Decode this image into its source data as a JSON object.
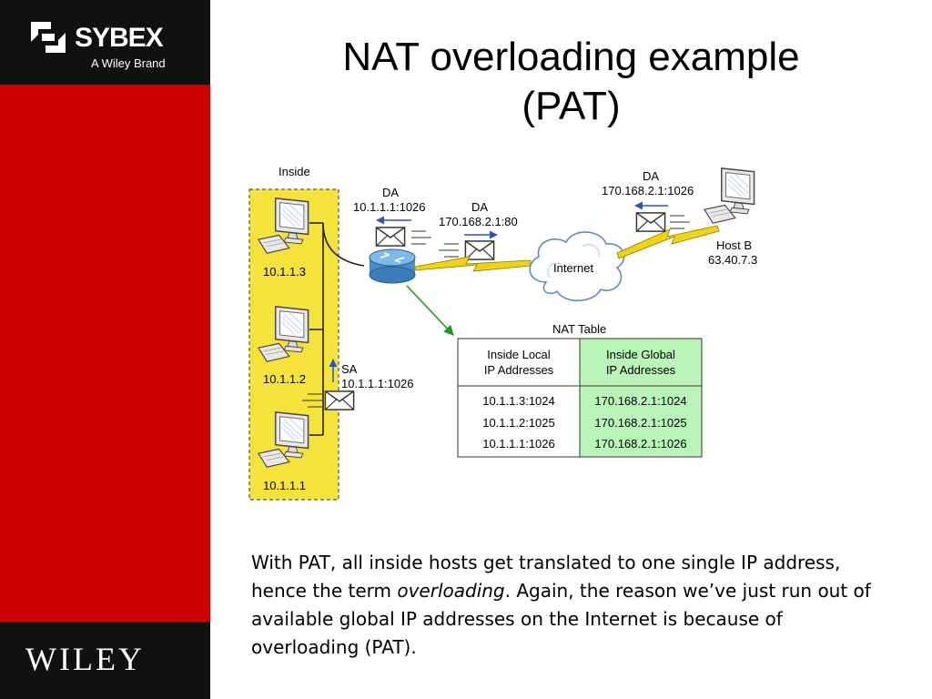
{
  "brand": {
    "sybex_name": "SYBEX",
    "sybex_tagline": "A Wiley Brand",
    "wiley_name": "WILEY",
    "colors": {
      "sidebar_red": "#cc0000",
      "sidebar_black": "#111111"
    }
  },
  "slide": {
    "title_line1": "NAT overloading example",
    "title_line2": "(PAT)"
  },
  "diagram": {
    "inside_label": "Inside",
    "hosts": [
      {
        "ip": "10.1.1.3"
      },
      {
        "ip": "10.1.1.2"
      },
      {
        "ip": "10.1.1.1"
      }
    ],
    "router_return_packet": {
      "label": "DA",
      "address": "10.1.1.1:1026"
    },
    "router_outbound_packet": {
      "label": "DA",
      "address": "170.168.2.1:80"
    },
    "host_b_return_packet": {
      "label": "DA",
      "address": "170.168.2.1:1026"
    },
    "source_packet": {
      "label": "SA",
      "address": "10.1.1.1:1026"
    },
    "internet_label": "Internet",
    "host_b": {
      "name": "Host B",
      "ip": "63.40.7.3"
    },
    "nat_table": {
      "title": "NAT Table",
      "col_local_line1": "Inside Local",
      "col_local_line2": "IP Addresses",
      "col_global_line1": "Inside Global",
      "col_global_line2": "IP Addresses",
      "rows": [
        {
          "local": "10.1.1.3:1024",
          "global": "170.168.2.1:1024"
        },
        {
          "local": "10.1.1.2:1025",
          "global": "170.168.2.1:1025"
        },
        {
          "local": "10.1.1.1:1026",
          "global": "170.168.2.1:1026"
        }
      ]
    },
    "colors": {
      "inside_fill": "#f5e23a",
      "global_col_fill": "#b9f5b9",
      "arrow_blue": "#2255cc",
      "arrow_green": "#1a9a1a",
      "lightning": "#f2d313"
    }
  },
  "caption": {
    "part1": "With PAT, all inside hosts get translated to one single IP address, hence the term ",
    "emphasis": "overloading",
    "part2": ". Again, the reason we’ve just run out of available global IP addresses on the Internet is because of overloading (PAT)."
  }
}
